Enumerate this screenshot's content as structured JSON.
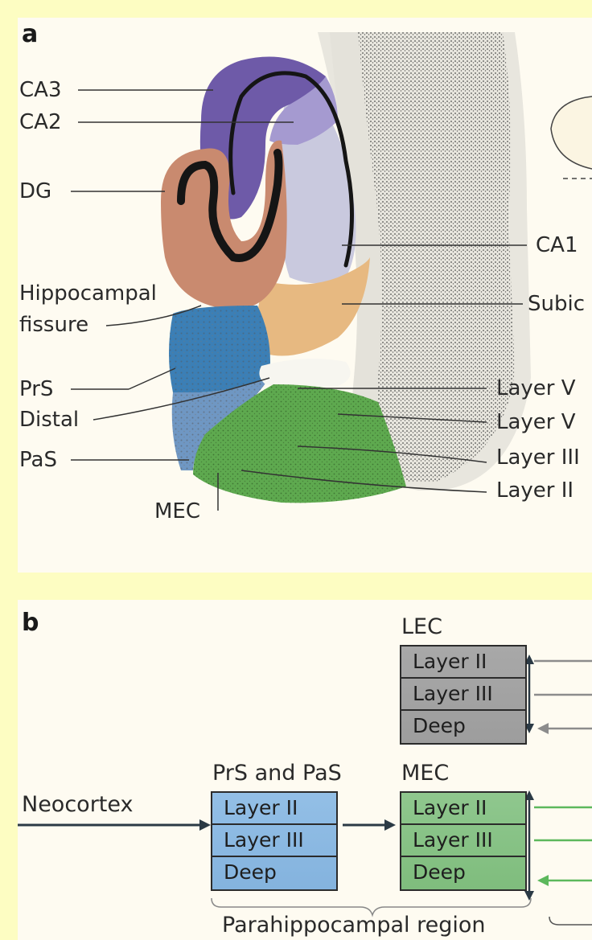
{
  "panel_a": {
    "letter": "a",
    "labels_left": {
      "ca3": "CA3",
      "ca2": "CA2",
      "dg": "DG",
      "hippocampal_fissure_1": "Hippocampal",
      "hippocampal_fissure_2": "fissure",
      "prs": "PrS",
      "distal": "Distal",
      "pas": "PaS",
      "mec": "MEC"
    },
    "labels_right": {
      "ca1": "CA1",
      "subiculum": "Subic",
      "layer_v1": "Layer V",
      "layer_v2": "Layer V",
      "layer_iii": "Layer III",
      "layer_ii": "Layer II"
    }
  },
  "panel_b": {
    "letter": "b",
    "neocortex": "Neocortex",
    "lec": {
      "title": "LEC",
      "layers": [
        "Layer II",
        "Layer III",
        "Deep"
      ]
    },
    "prs_pas": {
      "title": "PrS and PaS",
      "layers": [
        "Layer II",
        "Layer III",
        "Deep"
      ]
    },
    "mec": {
      "title": "MEC",
      "layers": [
        "Layer II",
        "Layer III",
        "Deep"
      ]
    },
    "parahippocampal": "Parahippocampal region"
  },
  "colors": {
    "ca3": "#6e5aa8",
    "ca2": "#a59ad0",
    "dg": "#c98a6f",
    "ca1": "#c9c9e0",
    "subiculum": "#e7b981",
    "prs": "#3b7fb6",
    "mec": "#5ea94f",
    "lec_box": "#a3a3a3",
    "mec_box": "#86c285",
    "prs_box": "#8cb9e2",
    "green_arrow": "#5cb85c",
    "grey_arrow": "#8c8c8c"
  }
}
